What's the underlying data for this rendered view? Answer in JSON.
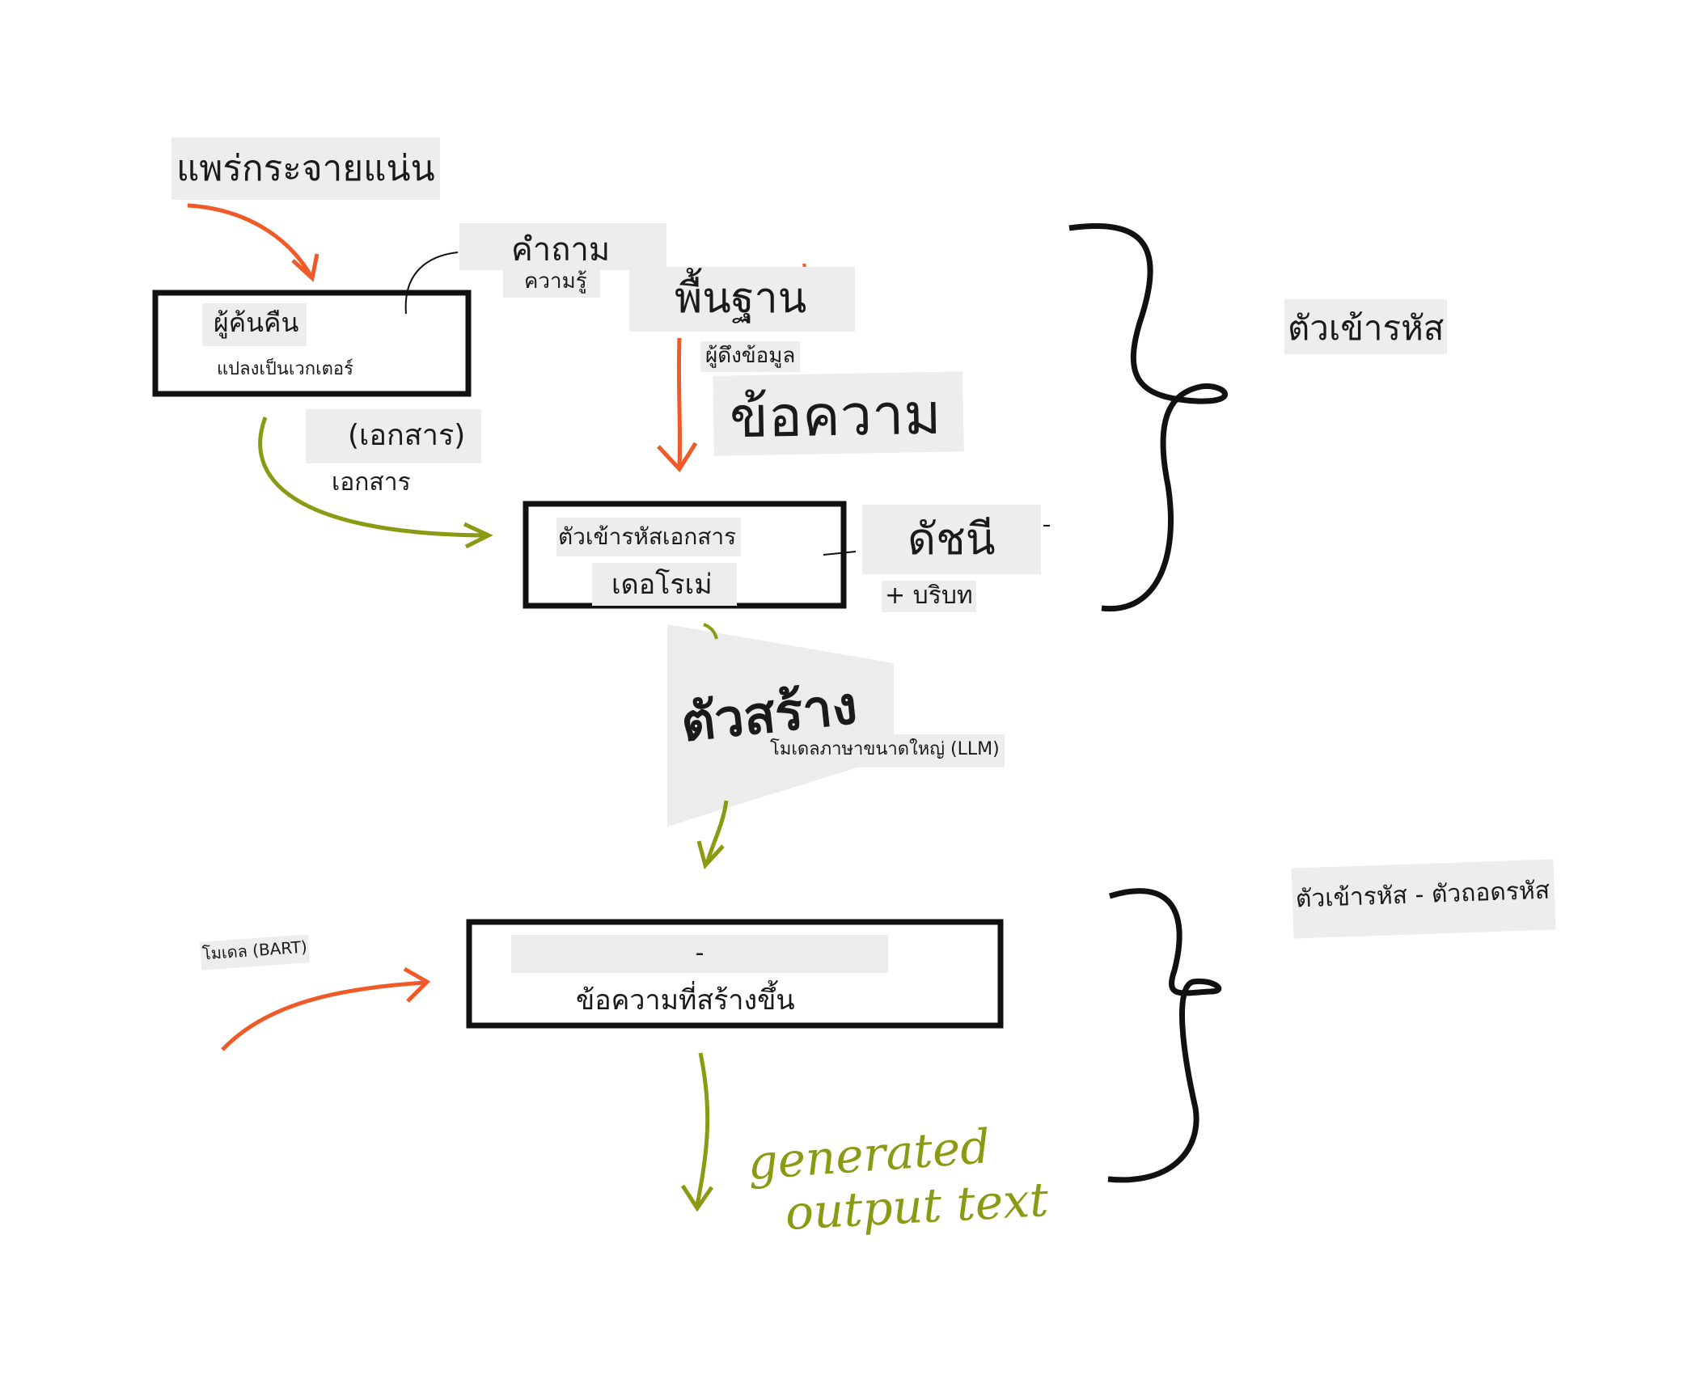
{
  "labels": {
    "dense_retrieval": "แพร่กระจายแน่น",
    "question": "คำถาม",
    "knowledge": "ความรู้",
    "grounding": "พื้นฐาน",
    "retriever": "ผู้ค้นคืน",
    "vectorize": "แปลงเป็นเวกเตอร์",
    "retriever_data": "ผู้ดึงข้อมูล",
    "text_big": "ข้อความ",
    "documents_paren": "(เอกสาร)",
    "documents": "เอกสาร",
    "document_encoder": "ตัวเข้ารหัสเอกสาร",
    "chroma_domain": "เดอโรเม่",
    "index": "ดัชนี",
    "plus_context": "+ บริบท",
    "encoder": "ตัวเข้ารหัส",
    "generator": "ตัวสร้าง",
    "llm": "โมเดลภาษาขนาดใหญ่ (LLM)",
    "bart_model": "โมเดล (BART)",
    "gen_dash": "-",
    "generated_text": "ข้อความที่สร้างขึ้น",
    "encoder_decoder": "ตัวเข้ารหัส - ตัวถอดรหัส",
    "generated_output_line1": "generated",
    "generated_output_line2": "output text"
  },
  "colors": {
    "orange_arrow": "#f05a28",
    "green_arrow": "#8a9a12",
    "ink": "#111111",
    "label_bg": "#ededed",
    "triangle": "#ececec"
  }
}
